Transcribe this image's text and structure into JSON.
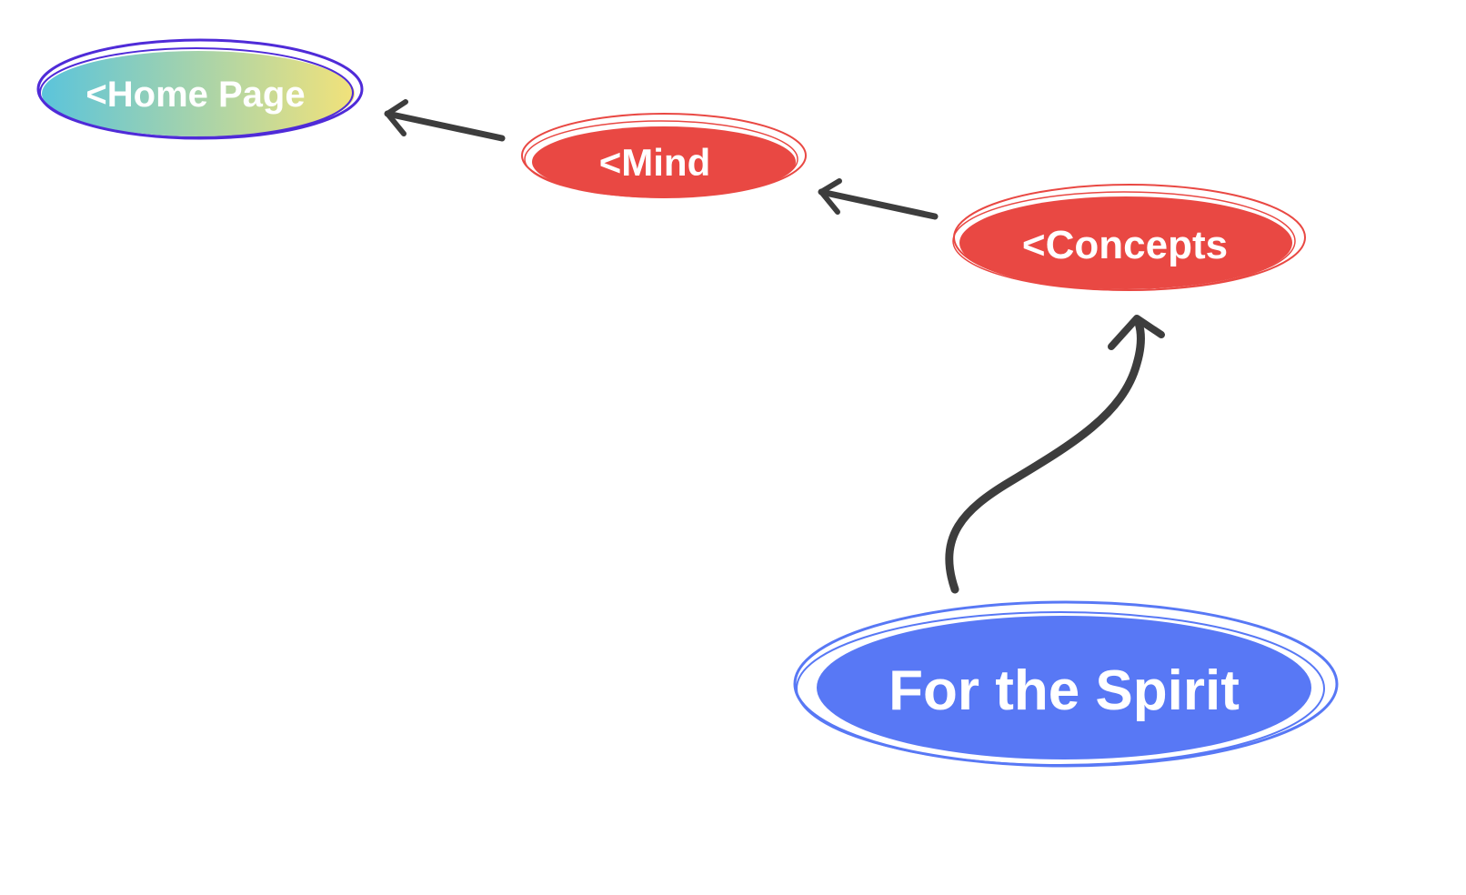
{
  "nodes": {
    "home": {
      "label": "<Home Page",
      "color_start": "#5bc4db",
      "color_end": "#f2e27a",
      "outline": "#4f2bd8"
    },
    "mind": {
      "label": "<Mind",
      "color": "#e94843",
      "outline": "#e94843"
    },
    "concepts": {
      "label": "<Concepts",
      "color": "#e94843",
      "outline": "#e94843"
    },
    "spirit": {
      "label": "For the Spirit",
      "color": "#5878f5",
      "outline": "#5878f5"
    }
  },
  "arrow_color": "#3d3d3d"
}
